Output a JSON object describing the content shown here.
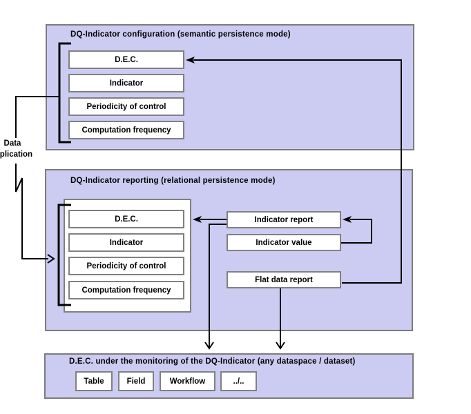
{
  "colors": {
    "background": "#ffffff",
    "panel_fill": "#ccccf2",
    "panel_border": "#7b7b7b",
    "box_fill": "#ffffff",
    "box_border": "#808080",
    "line": "#000000",
    "text": "#000000"
  },
  "panels": {
    "config": {
      "title": "DQ-Indicator configuration (semantic persistence mode)",
      "boxes": [
        "D.E.C.",
        "Indicator",
        "Periodicity of control",
        "Computation frequency"
      ]
    },
    "reporting": {
      "title": "DQ-Indicator reporting (relational persistence mode)",
      "entity_boxes": [
        "D.E.C.",
        "Indicator",
        "Periodicity of control",
        "Computation frequency"
      ],
      "report_boxes": [
        "Indicator report",
        "Indicator value",
        "Flat data report"
      ]
    },
    "dec": {
      "title": "D.E.C. under the monitoring of the DQ-Indicator (any dataspace / dataset)",
      "boxes": [
        "Table",
        "Field",
        "Workflow",
        "../.."
      ]
    }
  },
  "labels": {
    "data_replication_line1": "Data",
    "data_replication_line2": "replication"
  }
}
